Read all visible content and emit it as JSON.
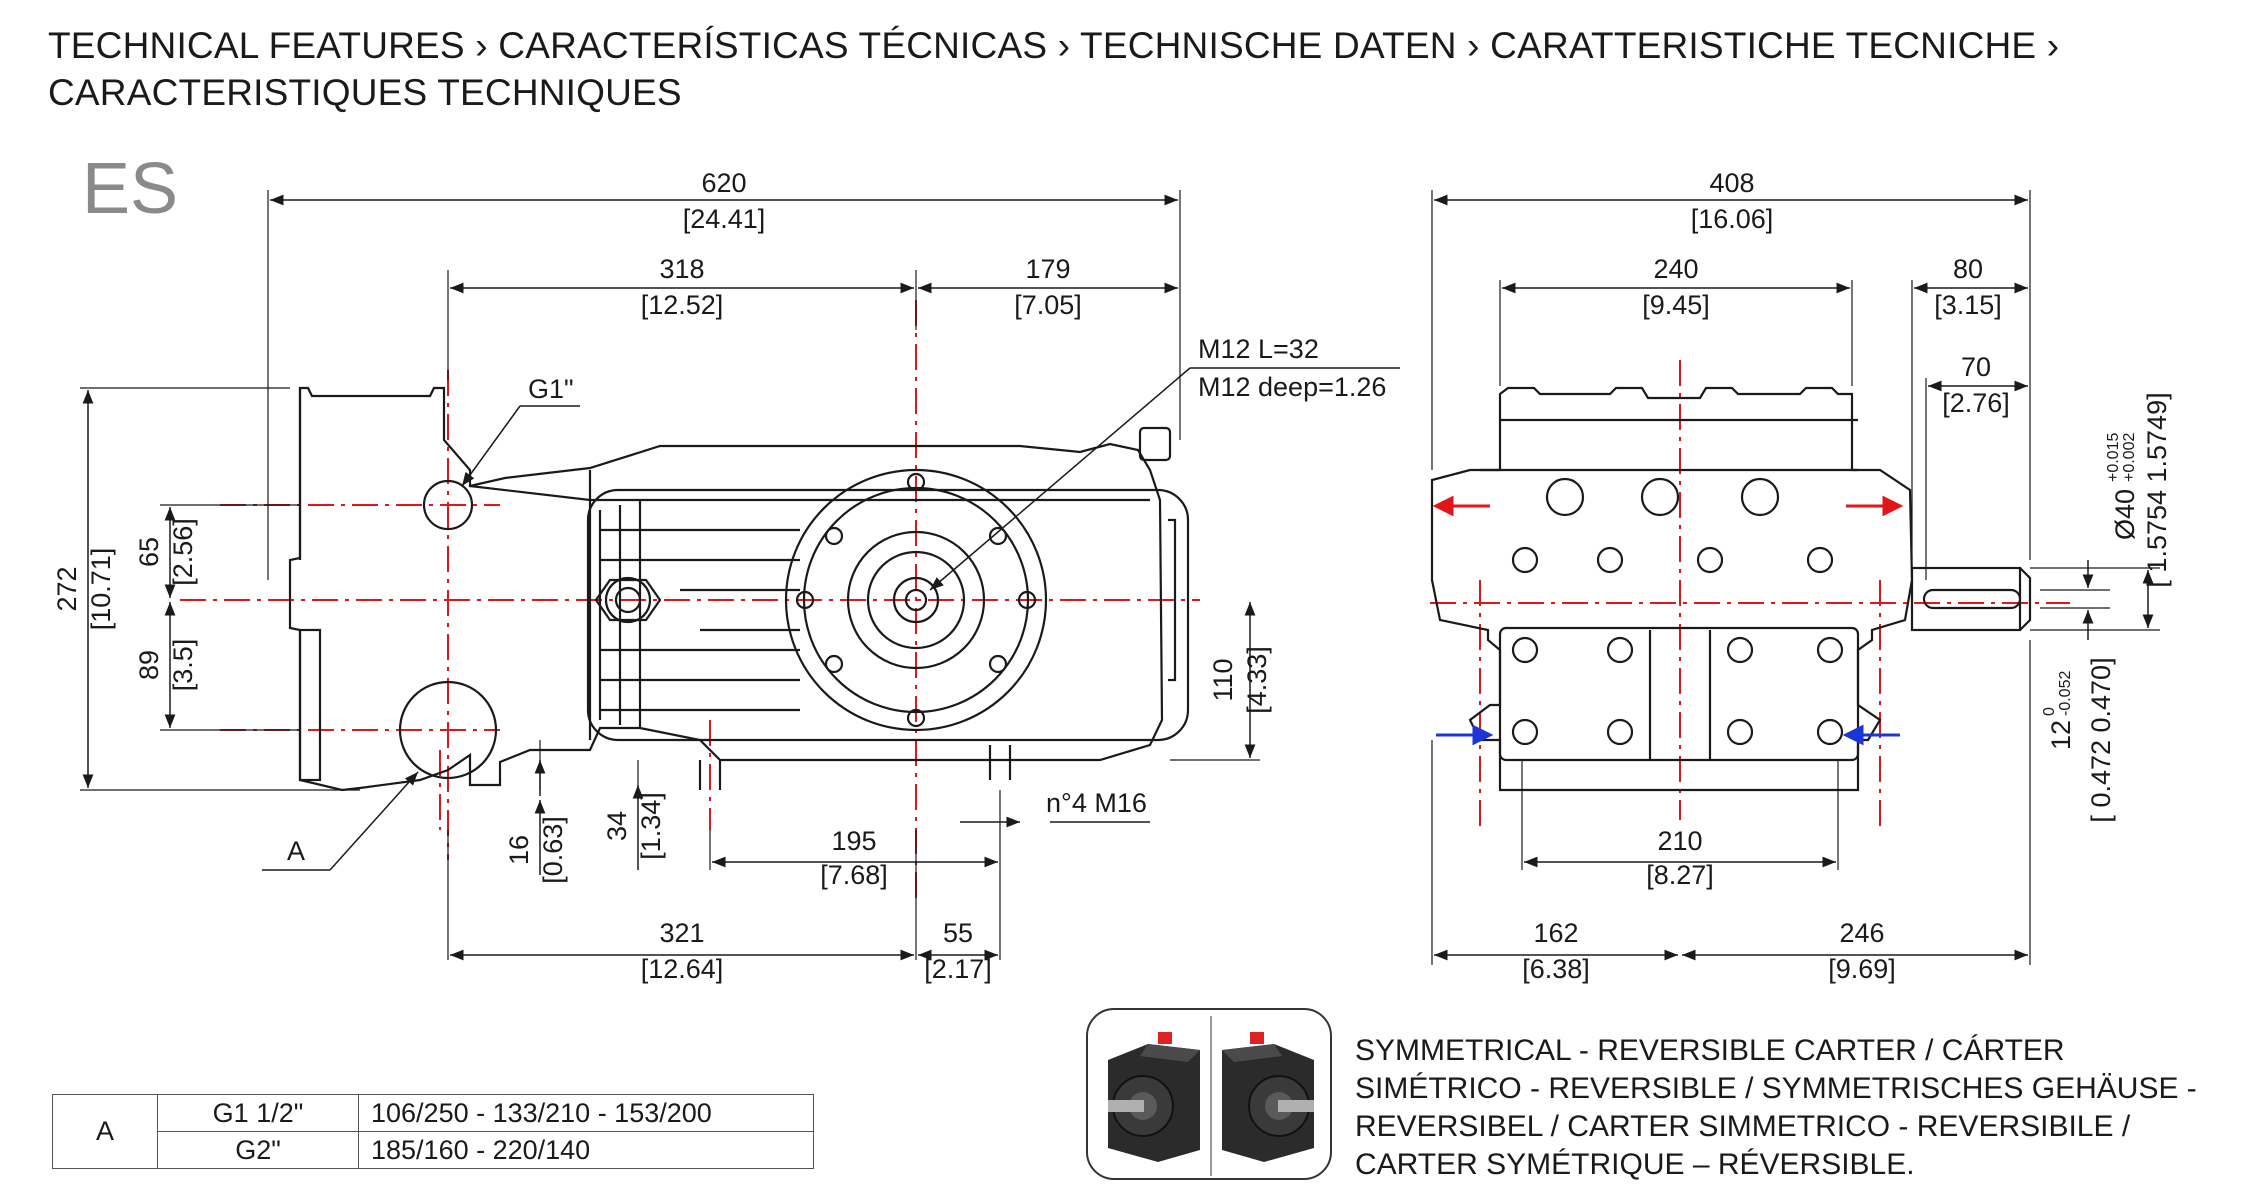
{
  "header": {
    "title_line1": "TECHNICAL FEATURES › CARACTERÍSTICAS TÉCNICAS › TECHNISCHE DATEN ›  CARATTERISTICHE TECNICHE ›",
    "title_line2": "CARACTERISTIQUES TECHNIQUES",
    "model": "ES"
  },
  "side_view": {
    "overall_length": {
      "mm": "620",
      "in": "[24.41]"
    },
    "length_318": {
      "mm": "318",
      "in": "[12.52]"
    },
    "length_179": {
      "mm": "179",
      "in": "[7.05]"
    },
    "inlet_label": "G1\"",
    "thread_note_1": "M12 L=32",
    "thread_note_2": "M12 deep=1.26",
    "height_272": {
      "mm": "272",
      "in": "[10.71]"
    },
    "height_65": {
      "mm": "65",
      "in": "[2.56]"
    },
    "height_89": {
      "mm": "89",
      "in": "[3.5]"
    },
    "height_110": {
      "mm": "110",
      "in": "[4.33]"
    },
    "offset_16": {
      "mm": "16",
      "in": "[0.63]"
    },
    "offset_34": {
      "mm": "34",
      "in": "[1.34]"
    },
    "feet_195": {
      "mm": "195",
      "in": "[7.68]"
    },
    "bolts_note": "n°4 M16",
    "base_321": {
      "mm": "321",
      "in": "[12.64]"
    },
    "base_55": {
      "mm": "55",
      "in": "[2.17]"
    },
    "port_label": "A"
  },
  "front_view": {
    "overall_width": {
      "mm": "408",
      "in": "[16.06]"
    },
    "width_240": {
      "mm": "240",
      "in": "[9.45]"
    },
    "shaft_80": {
      "mm": "80",
      "in": "[3.15]"
    },
    "shaft_70": {
      "mm": "70",
      "in": "[2.76]"
    },
    "shaft_diameter": "Ø40",
    "shaft_tol_upper": "+0.015",
    "shaft_tol_lower": "+0.002",
    "shaft_diameter_in": "[ 1.5754 1.5749]",
    "key_width": "12",
    "key_tol_upper": "0",
    "key_tol_lower": "-0.052",
    "key_width_in": "[ 0.472 0.470]",
    "feet_210": {
      "mm": "210",
      "in": "[8.27]"
    },
    "base_162": {
      "mm": "162",
      "in": "[6.38]"
    },
    "base_246": {
      "mm": "246",
      "in": "[9.69]"
    }
  },
  "ports_table": {
    "code": "A",
    "rows": [
      {
        "thread": "G1 1/2\"",
        "values": "106/250 - 133/210 - 153/200"
      },
      {
        "thread": "G2\"",
        "values": "185/160 - 220/140"
      }
    ]
  },
  "carter_note": [
    "SYMMETRICAL - REVERSIBLE CARTER / CÁRTER",
    "SIMÉTRICO - REVERSIBLE / SYMMETRISCHES GEHÄUSE -",
    "REVERSIBEL / CARTER SIMMETRICO - REVERSIBILE /",
    "CARTER SYMÉTRIQUE – RÉVERSIBLE."
  ],
  "colors": {
    "centerline": "#e0161b",
    "arrow_out": "#e0161b",
    "arrow_in": "#1b35d6",
    "line": "#1a1a1a"
  }
}
